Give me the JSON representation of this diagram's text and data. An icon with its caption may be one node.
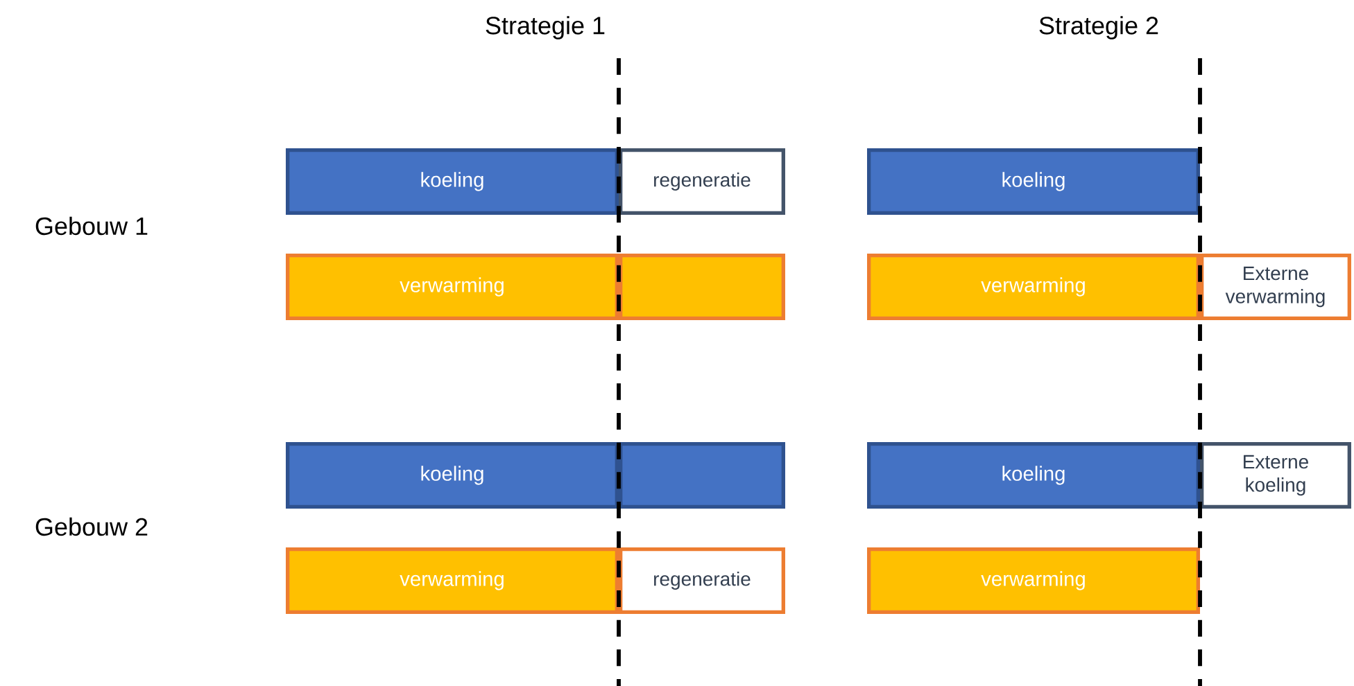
{
  "diagram": {
    "nodes": [
      {
        "text": [
          "koeling"
        ]
      },
      {
        "text": [
          "regeneratie"
        ]
      },
      {
        "text": [
          "koeling"
        ]
      },
      {
        "text": [
          "verwarming"
        ]
      },
      {
        "text": [],
        "shape": "bar"
      },
      {
        "text": [
          "verwarming"
        ]
      },
      {
        "text": [
          "Externe verwarming"
        ]
      },
      {
        "text": [
          "koeling"
        ]
      },
      {
        "text": [],
        "shape": "bar"
      },
      {
        "text": [
          "koeling"
        ]
      },
      {
        "text": [
          "Externe koeling"
        ]
      },
      {
        "text": [
          "verwarming"
        ]
      },
      {
        "text": [
          "regeneratie"
        ]
      },
      {
        "text": [
          "verwarming"
        ]
      }
    ],
    "labels": [
      "Strategie 1",
      "Strategie 2",
      "Gebouw 1",
      "Gebouw 2"
    ]
  }
}
